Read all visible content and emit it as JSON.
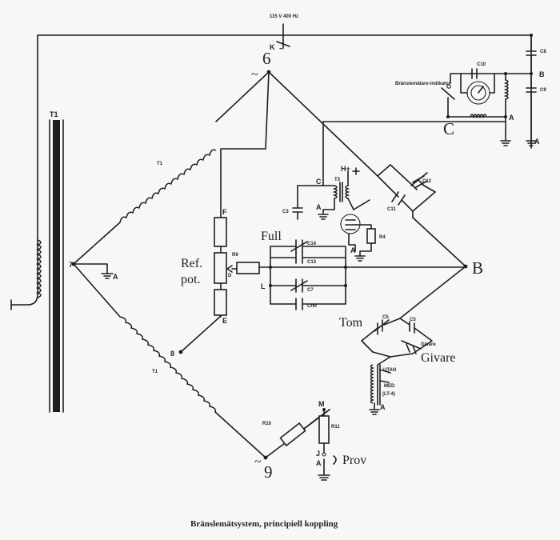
{
  "supply": {
    "label": "115 V 400 Hz",
    "switch": "K",
    "switch_symbol": "~"
  },
  "transformer": {
    "label": "T1",
    "winding_label": "T1"
  },
  "nodes": {
    "top": "6",
    "left": "7",
    "bottom": "9",
    "right": "B",
    "mid_lower": "8",
    "node_c": "C",
    "node_a": "A",
    "node_m": "M",
    "node_b_right": "B"
  },
  "top_symbol": "~",
  "bottom_symbol": "~",
  "components": {
    "f": "F",
    "e": "E",
    "d": "D",
    "r9": "R9",
    "r10": "R10",
    "r11": "R11",
    "r4": "R4",
    "t3": "T3",
    "c_lbl": "C",
    "a_lbl": "A",
    "h_lbl": "H+",
    "c3": "C3",
    "c14": "C14",
    "c13": "C13",
    "c7": "C7",
    "cref": "Cref",
    "l": "L",
    "c11": "C11",
    "c12": "C12",
    "c5": "C5",
    "c6": "C5",
    "c8": "C8",
    "c9": "C9",
    "c10": "C10",
    "indicator": "Bränslemätare-indikator",
    "givare_small": "Givare",
    "utan": "UTAN",
    "med": "MED",
    "lt4": "(LT-4)",
    "ground": "A",
    "j": "J"
  },
  "handwritten": {
    "full": "Full",
    "ref_pot_1": "Ref.",
    "ref_pot_2": "pot.",
    "tom": "Tom",
    "givare": "Givare",
    "prov": "Prov"
  },
  "caption": "Bränslemätsystem, principiell koppling"
}
